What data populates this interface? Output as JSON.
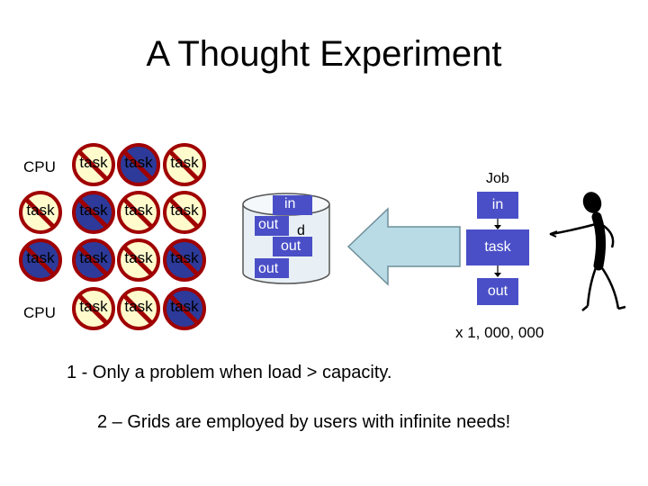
{
  "title": "A Thought Experiment",
  "grid": {
    "task_label": "task",
    "cpu_label": "CPU",
    "prohibited_icon": "no-entry-icon"
  },
  "storage": {
    "in_label": "in",
    "out_label_1": "out",
    "d_label": "d",
    "out_label_2": "out",
    "out_label_3": "out"
  },
  "job": {
    "header": "Job",
    "in_label": "in",
    "task_label": "task",
    "out_label": "out",
    "multiplier": "x 1, 000, 000",
    "box_color": "#4a4fc7"
  },
  "notes": {
    "line1": "1 - Only a problem when load > capacity.",
    "line2": "2 – Grids are employed by users with infinite needs!"
  },
  "colors": {
    "prohibit_ring": "#a00000",
    "yellow_fill": "#fffbcc",
    "blue_fill": "#2d3a9a",
    "arrow_fill": "#b9dbe6",
    "cylinder_fill": "#e8f0f5"
  }
}
